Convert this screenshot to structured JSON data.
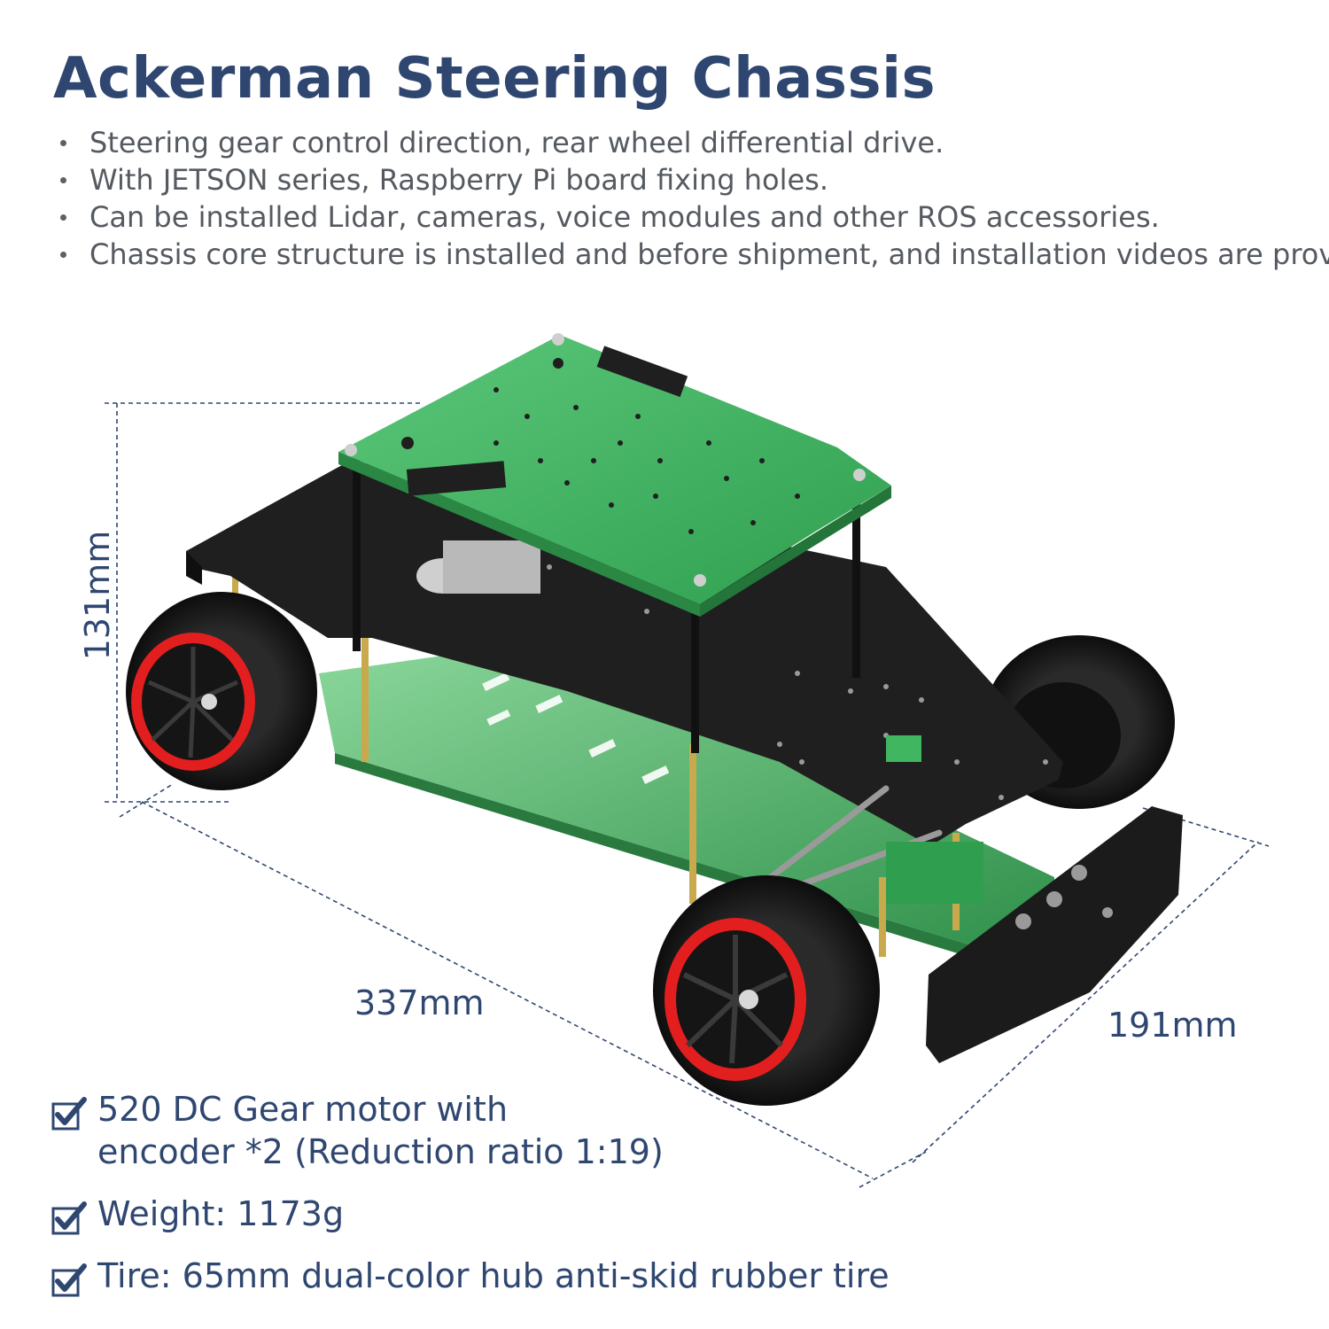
{
  "title": "Ackerman Steering Chassis",
  "bullets": [
    "Steering gear control direction, rear wheel differential drive.",
    "With JETSON series, Raspberry Pi board fixing holes.",
    "Can be installed Lidar, cameras, voice modules and other ROS accessories.",
    "Chassis core structure is installed and before shipment, and installation videos are prov"
  ],
  "dimensions": {
    "height": "131mm",
    "length": "337mm",
    "width": "191mm"
  },
  "features": [
    {
      "line1": "520 DC Gear motor with",
      "line2": "encoder *2  (Reduction ratio 1:19)",
      "icon": "checkmark-icon"
    },
    {
      "line1": "Weight: 1173g",
      "icon": "checkmark-icon"
    },
    {
      "line1": "Tire: 65mm dual-color hub anti-skid rubber tire",
      "icon": "checkmark-icon"
    }
  ],
  "colors": {
    "title": "#2f4770",
    "bullet_text": "#555a61",
    "green_plate": "#3fb65f",
    "black_plate": "#1f1f1f",
    "wheel_hub": "#e31e1e"
  }
}
